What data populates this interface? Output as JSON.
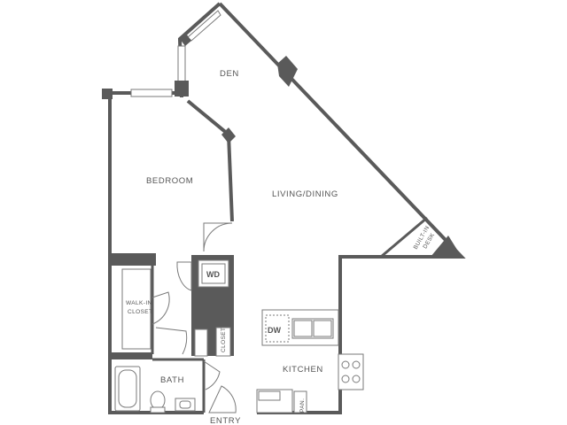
{
  "floorplan": {
    "colors": {
      "wall": "#5a5a5a",
      "fixture": "#7a7a7a",
      "background": "#ffffff"
    },
    "rooms": {
      "den": "DEN",
      "bedroom": "BEDROOM",
      "living_dining": "LIVING/DINING",
      "built_in_desk_line1": "BUILT-IN",
      "built_in_desk_line2": "DESK",
      "walk_in_closet_line1": "WALK-IN",
      "walk_in_closet_line2": "CLOSET",
      "washer_dryer": "WD",
      "closet": "CLOSET",
      "dishwasher": "DW",
      "kitchen": "KITCHEN",
      "bath": "BATH",
      "pantry": "PAN.",
      "entry": "ENTRY"
    }
  }
}
